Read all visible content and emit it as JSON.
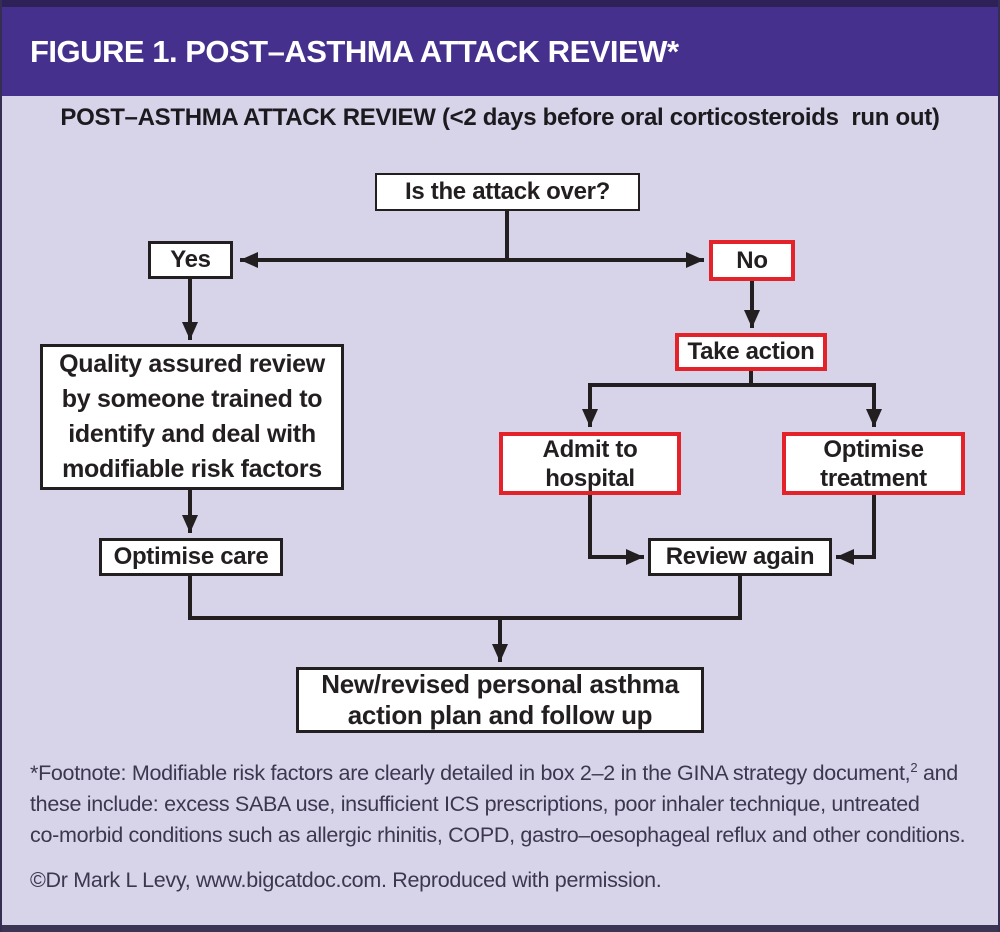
{
  "header": {
    "title": "FIGURE 1. POST–ASTHMA ATTACK REVIEW*"
  },
  "subtitle": "POST–ASTHMA ATTACK REVIEW (<2 days before oral corticosteroids  run out)",
  "nodes": {
    "question": {
      "label": "Is the attack over?"
    },
    "yes": {
      "label": "Yes"
    },
    "no": {
      "label": "No"
    },
    "quality": {
      "lines": [
        "Quality assured review",
        "by someone trained to",
        "identify and deal with",
        "modifiable risk factors"
      ]
    },
    "optimise_care": {
      "label": "Optimise care"
    },
    "take_action": {
      "label": "Take action"
    },
    "admit": {
      "lines": [
        "Admit to",
        "hospital"
      ]
    },
    "optimise_treatment": {
      "lines": [
        "Optimise",
        "treatment"
      ]
    },
    "review_again": {
      "label": "Review again"
    },
    "action_plan": {
      "lines": [
        "New/revised personal asthma",
        "action plan and follow up"
      ]
    }
  },
  "footnote": {
    "line1_before_sup": "*Footnote: Modifiable risk factors are clearly detailed in box 2–2 in the GINA strategy document,",
    "line1_sup": "2",
    "line1_after_sup": " and",
    "line2": "these include: excess SABA use, insufficient ICS prescriptions, poor inhaler technique, untreated",
    "line3": "co-morbid conditions such as allergic rhinitis, COPD, gastro–oesophageal reflux and other conditions."
  },
  "credit": "©Dr Mark L Levy, www.bigcatdoc.com. Reproduced with permission.",
  "colors": {
    "header_purple": "#46308e",
    "canvas_lavender": "#d7d3e9",
    "highlight_red": "#e32229",
    "line_black": "#231f20",
    "frame_dark": "#352e52"
  }
}
